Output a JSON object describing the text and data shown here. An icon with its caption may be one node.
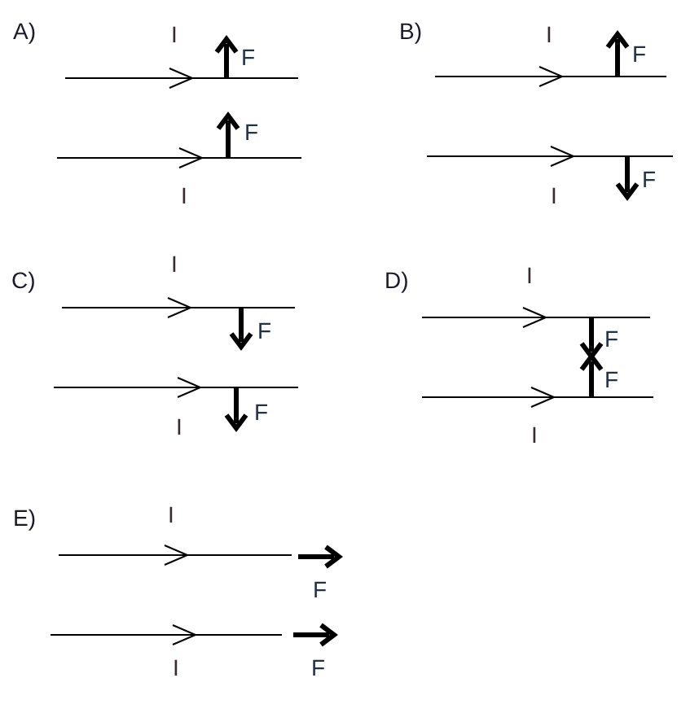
{
  "diagram": {
    "labels": [
      "A)",
      "I",
      "F",
      "F",
      "I",
      "B)",
      "I",
      "F",
      "F",
      "I",
      "C)",
      "I",
      "F",
      "F",
      "I",
      "D)",
      "I",
      "F",
      "F",
      "I",
      "E)",
      "I",
      "F",
      "I",
      "F"
    ]
  }
}
